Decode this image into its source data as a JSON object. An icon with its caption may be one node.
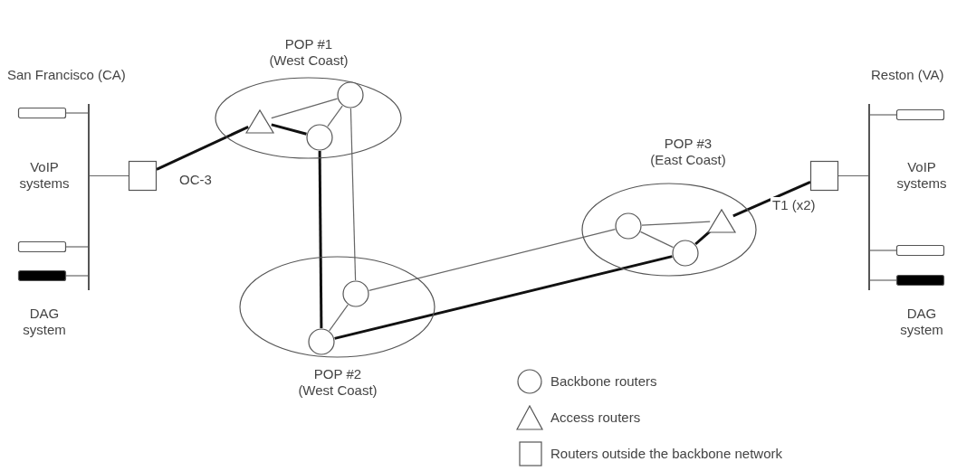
{
  "diagram": {
    "nodes": [
      {
        "text": [
          "POP #1 (West Coast)"
        ]
      },
      {
        "text": [],
        "shape": "triangle",
        "in": 0
      },
      {
        "text": [],
        "shape": "circle",
        "in": 0
      },
      {
        "text": [],
        "shape": "circle",
        "in": 0
      },
      {
        "text": [],
        "shape": "line"
      },
      {
        "text": [],
        "shape": "bar"
      },
      {
        "text": [],
        "shape": "bar"
      },
      {
        "text": [],
        "shape": "bar"
      },
      {
        "text": [],
        "shape": "box"
      },
      {
        "text": [],
        "shape": "line"
      },
      {
        "text": [],
        "shape": "bar"
      },
      {
        "text": [],
        "shape": "bar"
      },
      {
        "text": [],
        "shape": "bar"
      },
      {
        "text": [],
        "shape": "box"
      },
      {
        "text": [
          "POP #3 (East Coast)"
        ]
      },
      {
        "text": [],
        "shape": "circle",
        "in": 14
      },
      {
        "text": [],
        "shape": "circle",
        "in": 14
      },
      {
        "text": [],
        "shape": "triangle",
        "in": 14
      },
      {
        "text": [
          "POP #2 (West Coast)"
        ]
      },
      {
        "text": [],
        "shape": "circle",
        "in": 18
      },
      {
        "text": [],
        "shape": "circle",
        "in": 18
      }
    ],
    "edges": [
      {
        "from": 1,
        "to": 2,
        "arrow": "none"
      },
      {
        "from": 1,
        "to": 3,
        "arrow": "none",
        "style": "thick"
      },
      {
        "from": 2,
        "to": 3,
        "arrow": "none"
      },
      {
        "from": 2,
        "to": 19,
        "arrow": "none"
      },
      {
        "from": 3,
        "to": 20,
        "arrow": "none",
        "style": "thick"
      },
      {
        "from": 19,
        "to": 20,
        "arrow": "none"
      },
      {
        "from": 19,
        "to": 15,
        "arrow": "none"
      },
      {
        "from": 20,
        "to": 16,
        "arrow": "none",
        "style": "thick"
      },
      {
        "from": 15,
        "to": 16,
        "arrow": "none"
      },
      {
        "from": 15,
        "to": 17,
        "arrow": "none"
      },
      {
        "from": 16,
        "to": 17,
        "arrow": "none",
        "style": "thick"
      },
      {
        "from": 17,
        "to": 13,
        "arrow": "none",
        "style": "thick",
        "label": "T1 (x2)"
      },
      {
        "from": 8,
        "to": 1,
        "arrow": "none",
        "style": "thick",
        "label": "OC-3"
      },
      {
        "from": 5,
        "to": 4,
        "arrow": "none"
      },
      {
        "from": 6,
        "to": 4,
        "arrow": "none"
      },
      {
        "from": 7,
        "to": 4,
        "arrow": "none"
      },
      {
        "from": 4,
        "to": 8,
        "arrow": "none"
      },
      {
        "from": 13,
        "to": 9,
        "arrow": "none"
      },
      {
        "from": 10,
        "to": 9,
        "arrow": "none"
      },
      {
        "from": 11,
        "to": 9,
        "arrow": "none"
      },
      {
        "from": 12,
        "to": 9,
        "arrow": "none"
      }
    ],
    "labels": [
      "San Francisco (CA)",
      "VoIP systems",
      "DAG system",
      "Reston (VA)",
      "VoIP systems",
      "DAG system"
    ],
    "legend": [
      {
        "text": "Backbone routers"
      },
      {
        "text": "Access routers"
      },
      {
        "text": "Routers outside the backbone network"
      }
    ]
  }
}
